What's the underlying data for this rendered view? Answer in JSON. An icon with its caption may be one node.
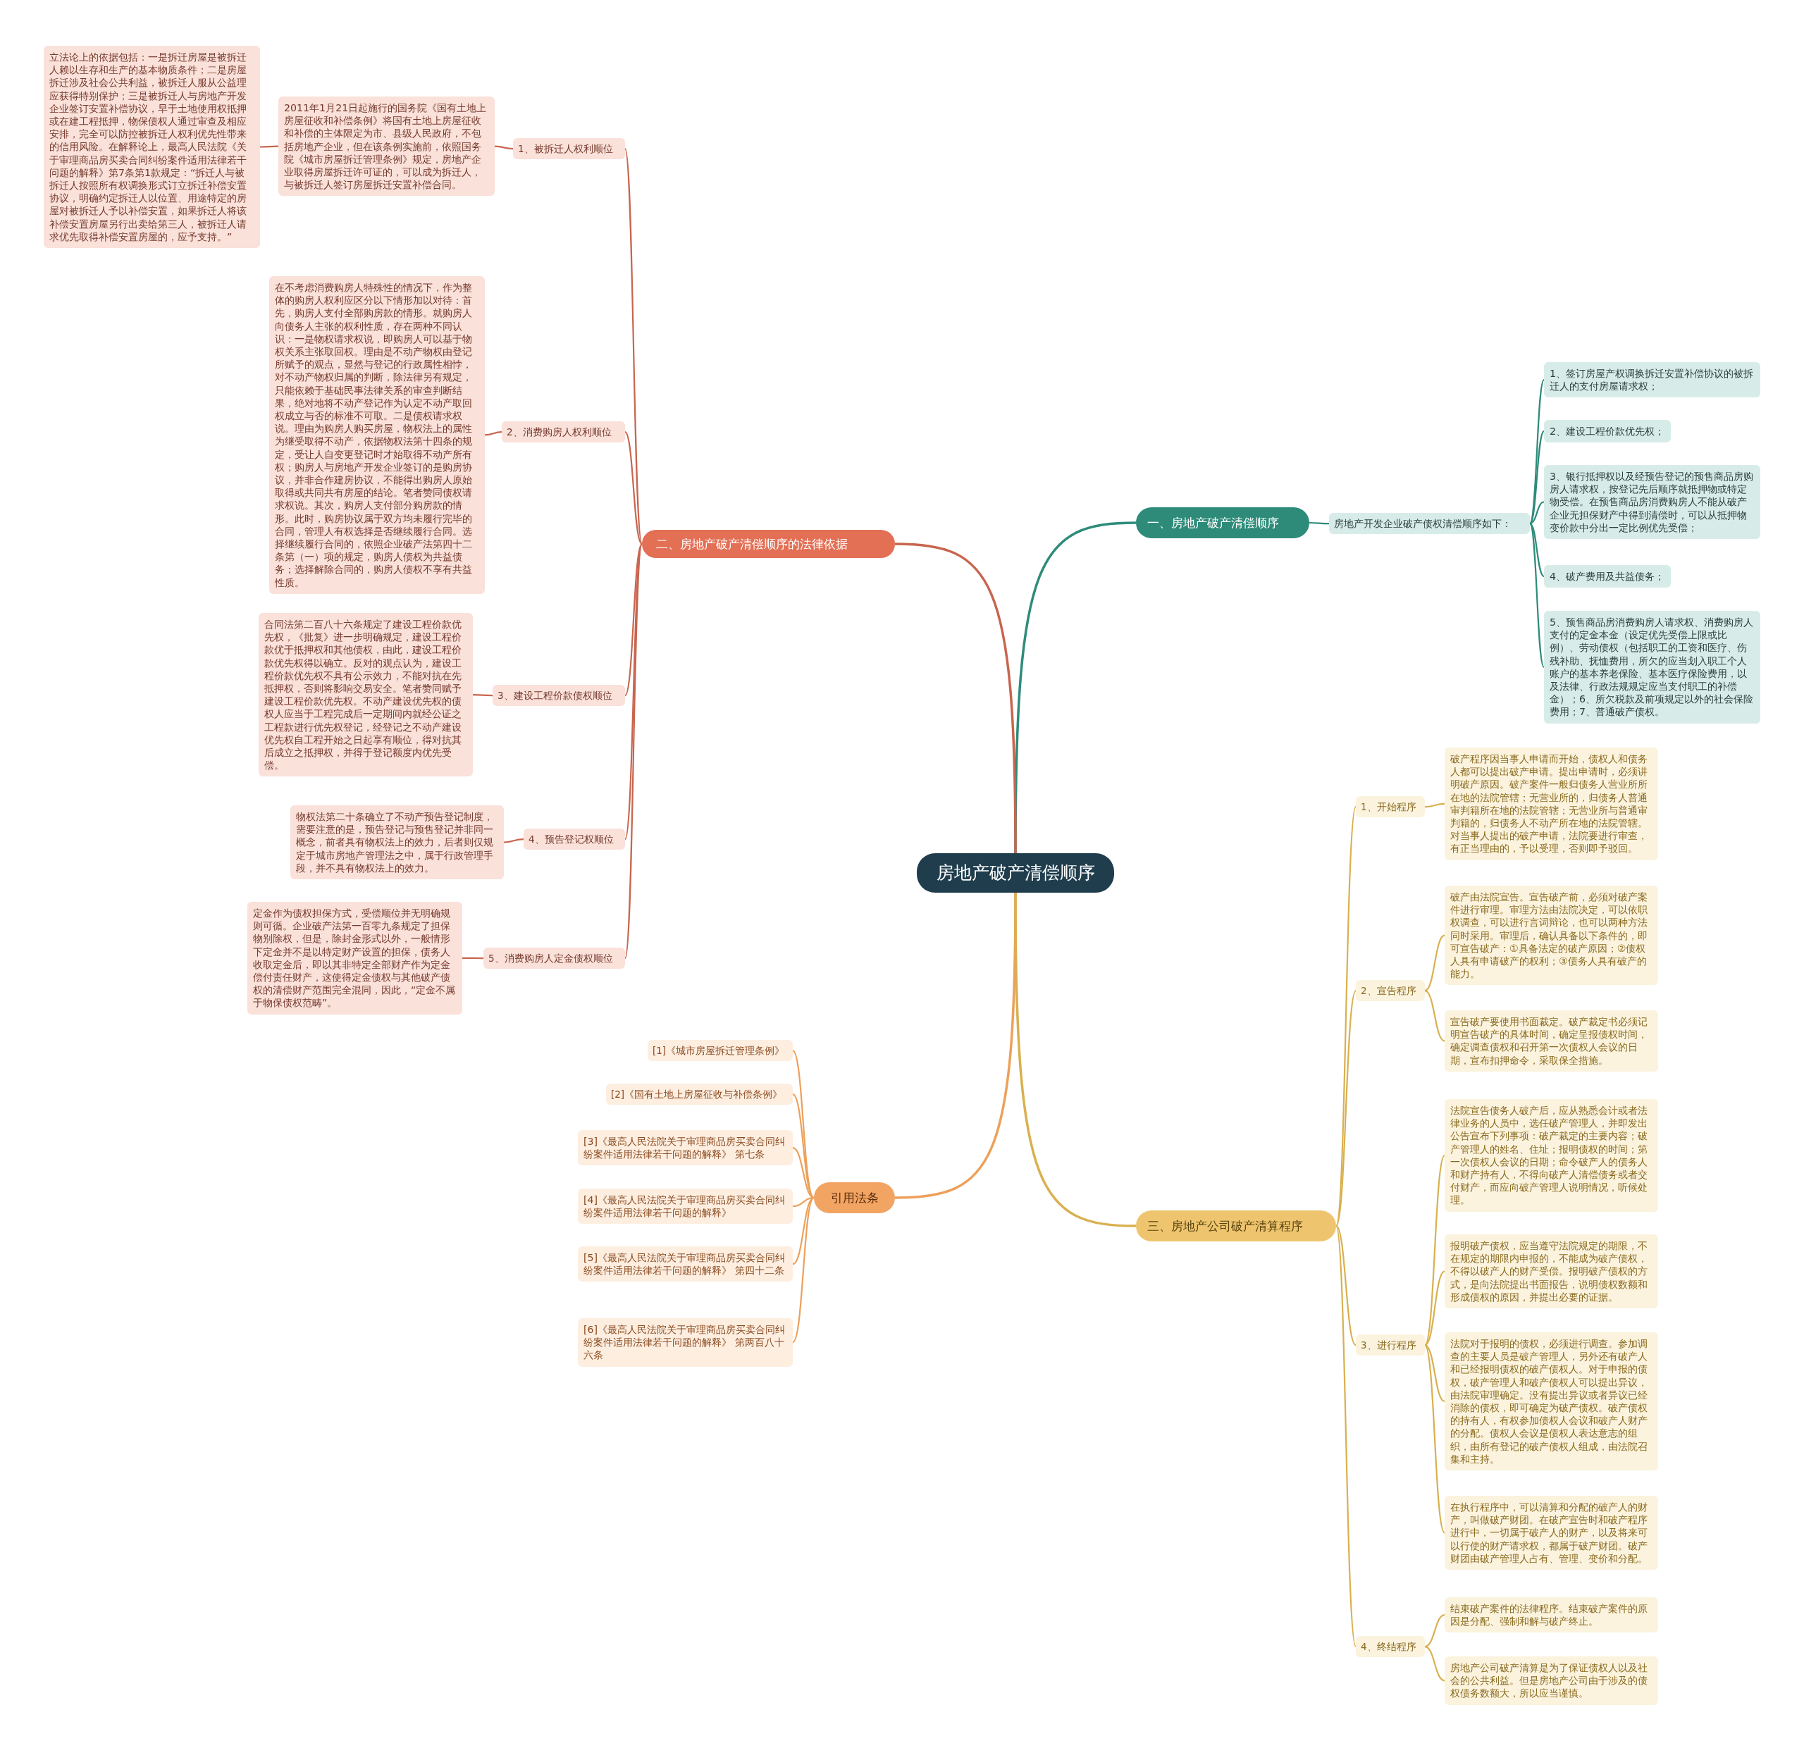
{
  "diagram": {
    "nodes": [
      {
        "text": [
          "房地产破产清偿顺序"
        ]
      },
      {
        "text": [
          "一、房地产破产清偿顺序"
        ]
      },
      {
        "text": [
          "房地产开发企业破产债权清偿顺序如下："
        ]
      },
      {
        "text": [
          "1、签订房屋产权调换拆迁安置补偿协议的被拆迁人的支付房屋请求权；"
        ]
      },
      {
        "text": [
          "2、建设工程价款优先权；"
        ]
      },
      {
        "text": [
          "3、银行抵押权以及经预告登记的预售商品房购房人请求权，按登记先后顺序就抵押物或特定物受偿。在预售商品房消费购房人不能从破产企业无担保财产中得到清偿时，可以从抵押物变价款中分出一定比例优先受偿；"
        ]
      },
      {
        "text": [
          "4、破产费用及共益债务；"
        ]
      },
      {
        "text": [
          "5、预售商品房消费购房人请求权、消费购房人支付的定金本金（设定优先受偿上限或比例）、劳动债权（包括职工的工资和医疗、伤残补助、抚恤费用，所欠的应当划入职工个人账户的基本养老保险、基本医疗保险费用，以及法律、行政法规规定应当支付职工的补偿金）；6、所欠税款及前项规定以外的社会保险费用；7、普通破产债权。"
        ]
      },
      {
        "text": [
          "二、房地产破产清偿顺序的法律依据"
        ]
      },
      {
        "text": [
          "1、被拆迁人权利顺位"
        ]
      },
      {
        "text": [
          "2011年1月21日起施行的国务院《国有土地上房屋征收和补偿条例》将国有土地上房屋征收和补偿的主体限定为市、县级人民政府，不包括房地产企业，但在该条例实施前，依照国务院《城市房屋拆迁管理条例》规定，房地产企业取得房屋拆迁许可证的，可以成为拆迁人，与被拆迁人签订房屋拆迁安置补偿合同。"
        ]
      },
      {
        "text": [
          "立法论上的依据包括：一是拆迁房屋是被拆迁人赖以生存和生产的基本物质条件；二是房屋拆迁涉及社会公共利益，被拆迁人服从公益理应获得特别保护；三是被拆迁人与房地产开发企业签订安置补偿协议，早于土地使用权抵押或在建工程抵押，物保债权人通过审查及相应安排，完全可以防控被拆迁人权利优先性带来的信用风险。在解释论上，最高人民法院《关于审理商品房买卖合同纠纷案件适用法律若干问题的解释》第7条第1款规定：“拆迁人与被拆迁人按照所有权调换形式订立拆迁补偿安置协议，明确约定拆迁人以位置、用途特定的房屋对被拆迁人予以补偿安置，如果拆迁人将该补偿安置房屋另行出卖给第三人，被拆迁人请求优先取得补偿安置房屋的，应予支持。”"
        ]
      },
      {
        "text": [
          "2、消费购房人权利顺位"
        ]
      },
      {
        "text": [
          "在不考虑消费购房人特殊性的情况下，作为整体的购房人权利应区分以下情形加以对待：首先，购房人支付全部购房款的情形。就购房人向债务人主张的权利性质，存在两种不同认识：一是物权请求权说，即购房人可以基于物权关系主张取回权。理由是不动产物权由登记所赋予的观点，显然与登记的行政属性相悖，对不动产物权归属的判断，除法律另有规定，只能依赖于基础民事法律关系的审查判断结果，绝对地将不动产登记作为认定不动产取回权成立与否的标准不可取。二是债权请求权说。理由为购房人购买房屋，物权法上的属性为继受取得不动产，依据物权法第十四条的规定，受让人自变更登记时才始取得不动产所有权；购房人与房地产开发企业签订的是购房协议，并非合作建房协议，不能得出购房人原始取得或共同共有房屋的结论。笔者赞同债权请求权说。其次，购房人支付部分购房款的情形。此时，购房协议属于双方均未履行完毕的合同，管理人有权选择是否继续履行合同。选择继续履行合同的，依照企业破产法第四十二条第（一）项的规定，购房人债权为共益债务；选择解除合同的，购房人债权不享有共益性质。"
        ]
      },
      {
        "text": [
          "3、建设工程价款债权顺位"
        ]
      },
      {
        "text": [
          "合同法第二百八十六条规定了建设工程价款优先权，《批复》进一步明确规定，建设工程价款优于抵押权和其他债权，由此，建设工程价款优先权得以确立。反对的观点认为，建设工程价款优先权不具有公示效力，不能对抗在先抵押权，否则将影响交易安全。笔者赞同赋予建设工程价款优先权。不动产建设优先权的债权人应当于工程完成后一定期间内就经公证之工程款进行优先权登记，经登记之不动产建设优先权自工程开始之日起享有顺位，得对抗其后成立之抵押权，并得于登记额度内优先受偿。"
        ]
      },
      {
        "text": [
          "4、预告登记权顺位"
        ]
      },
      {
        "text": [
          "物权法第二十条确立了不动产预告登记制度，需要注意的是，预告登记与预售登记并非同一概念，前者具有物权法上的效力，后者则仅规定于城市房地产管理法之中，属于行政管理手段，并不具有物权法上的效力。"
        ]
      },
      {
        "text": [
          "5、消费购房人定金债权顺位"
        ]
      },
      {
        "text": [
          "定金作为债权担保方式，受偿顺位并无明确规则可循。企业破产法第一百零九条规定了担保物别除权，但是，除封金形式以外，一般情形下定金并不是以特定财产设置的担保，债务人收取定金后，即以其非特定全部财产作为定金偿付责任财产，这使得定金债权与其他破产债权的清偿财产范围完全混同，因此，“定金不属于物保债权范畴”。"
        ]
      },
      {
        "text": [
          "引用法条"
        ]
      },
      {
        "text": [
          "[1]《城市房屋拆迁管理条例》"
        ]
      },
      {
        "text": [
          "[2]《国有土地上房屋征收与补偿条例》"
        ]
      },
      {
        "text": [
          "[3]《最高人民法院关于审理商品房买卖合同纠纷案件适用法律若干问题的解释》 第七条"
        ]
      },
      {
        "text": [
          "[4]《最高人民法院关于审理商品房买卖合同纠纷案件适用法律若干问题的解释》"
        ]
      },
      {
        "text": [
          "[5]《最高人民法院关于审理商品房买卖合同纠纷案件适用法律若干问题的解释》 第四十二条"
        ]
      },
      {
        "text": [
          "[6]《最高人民法院关于审理商品房买卖合同纠纷案件适用法律若干问题的解释》 第两百八十六条"
        ]
      },
      {
        "text": [
          "三、房地产公司破产清算程序"
        ]
      },
      {
        "text": [
          "1、开始程序"
        ]
      },
      {
        "text": [
          "破产程序因当事人申请而开始，债权人和债务人都可以提出破产申请。提出申请时，必须讲明破产原因。破产案件一般归债务人营业所所在地的法院管辖；无营业所的，归债务人普通审判籍所在地的法院管辖；无营业所与普通审判籍的，归债务人不动产所在地的法院管辖。对当事人提出的破产申请，法院要进行审查，有正当理由的，予以受理，否则即予驳回。"
        ]
      },
      {
        "text": [
          "2、宣告程序"
        ]
      },
      {
        "text": [
          "破产由法院宣告。宣告破产前，必须对破产案件进行审理。审理方法由法院决定，可以依职权调查，可以进行言词辩论，也可以两种方法同时采用。审理后，确认具备以下条件的，即可宣告破产：①具备法定的破产原因；②债权人具有申请破产的权利；③债务人具有破产的能力。"
        ]
      },
      {
        "text": [
          "宣告破产要使用书面裁定。破产裁定书必须记明宣告破产的具体时间，确定呈报债权时间，确定调查债权和召开第一次债权人会议的日期，宣布扣押命令，采取保全措施。"
        ]
      },
      {
        "text": [
          "3、进行程序"
        ]
      },
      {
        "text": [
          "法院宣告债务人破产后，应从熟悉会计或者法律业务的人员中，选任破产管理人，并即发出公告宣布下列事项：破产裁定的主要内容；破产管理人的姓名、住址；报明债权的时间；第一次债权人会议的日期；命令破产人的债务人和财产持有人，不得向破产人清偿债务或者交付财产，而应向破产管理人说明情况，听候处理。"
        ]
      },
      {
        "text": [
          "报明破产债权，应当遵守法院规定的期限，不在规定的期限内申报的，不能成为破产债权，不得以破产人的财产受偿。报明破产债权的方式，是向法院提出书面报告，说明债权数额和形成债权的原因，并提出必要的证据。"
        ]
      },
      {
        "text": [
          "法院对于报明的债权，必须进行调查。参加调查的主要人员是破产管理人，另外还有破产人和已经报明债权的破产债权人。对于申报的债权，破产管理人和破产债权人可以提出异议，由法院审理确定。没有提出异议或者异议已经消除的债权，即可确定为破产债权。破产债权的持有人，有权参加债权人会议和破产人财产的分配。债权人会议是债权人表达意志的组织，由所有登记的破产债权人组成，由法院召集和主持。"
        ]
      },
      {
        "text": [
          "在执行程序中，可以清算和分配的破产人的财产，叫做破产财团。在破产宣告时和破产程序进行中，一切属于破产人的财产，以及将来可以行使的财产请求权，都属于破产财团。破产财团由破产管理人占有、管理、变价和分配。"
        ]
      },
      {
        "text": [
          "4、终结程序"
        ]
      },
      {
        "text": [
          "结束破产案件的法律程序。结束破产案件的原因是分配、强制和解与破产终止。"
        ]
      },
      {
        "text": [
          "房地产公司破产清算是为了保证债权人以及社会的公共利益。但是房地产公司由于涉及的债权债务数额大，所以应当谨慎。"
        ]
      }
    ],
    "edges": [
      {
        "from": 0,
        "to": 1,
        "arrow": "none",
        "color": "#2e8b7a"
      },
      {
        "from": 1,
        "to": 2,
        "arrow": "none",
        "color": "#2e8b7a"
      },
      {
        "from": 2,
        "to": 3,
        "arrow": "none",
        "color": "#2e8b7a"
      },
      {
        "from": 2,
        "to": 4,
        "arrow": "none",
        "color": "#2e8b7a"
      },
      {
        "from": 2,
        "to": 5,
        "arrow": "none",
        "color": "#2e8b7a"
      },
      {
        "from": 2,
        "to": 6,
        "arrow": "none",
        "color": "#2e8b7a"
      },
      {
        "from": 2,
        "to": 7,
        "arrow": "none",
        "color": "#2e8b7a"
      },
      {
        "from": 0,
        "to": 8,
        "arrow": "none",
        "color": "#c8654f"
      },
      {
        "from": 8,
        "to": 9,
        "arrow": "none",
        "color": "#c8654f"
      },
      {
        "from": 8,
        "to": 12,
        "arrow": "none",
        "color": "#c8654f"
      },
      {
        "from": 8,
        "to": 14,
        "arrow": "none",
        "color": "#c8654f"
      },
      {
        "from": 8,
        "to": 16,
        "arrow": "none",
        "color": "#c8654f"
      },
      {
        "from": 8,
        "to": 18,
        "arrow": "none",
        "color": "#c8654f"
      },
      {
        "from": 9,
        "to": 10,
        "arrow": "none",
        "color": "#c8654f"
      },
      {
        "from": 10,
        "to": 11,
        "arrow": "none",
        "color": "#c8654f"
      },
      {
        "from": 12,
        "to": 13,
        "arrow": "none",
        "color": "#c8654f"
      },
      {
        "from": 14,
        "to": 15,
        "arrow": "none",
        "color": "#c8654f"
      },
      {
        "from": 16,
        "to": 17,
        "arrow": "none",
        "color": "#c8654f"
      },
      {
        "from": 18,
        "to": 19,
        "arrow": "none",
        "color": "#c8654f"
      },
      {
        "from": 0,
        "to": 20,
        "arrow": "none",
        "color": "#eda05a"
      },
      {
        "from": 20,
        "to": 21,
        "arrow": "none",
        "color": "#eda05a"
      },
      {
        "from": 20,
        "to": 22,
        "arrow": "none",
        "color": "#eda05a"
      },
      {
        "from": 20,
        "to": 23,
        "arrow": "none",
        "color": "#eda05a"
      },
      {
        "from": 20,
        "to": 24,
        "arrow": "none",
        "color": "#eda05a"
      },
      {
        "from": 20,
        "to": 25,
        "arrow": "none",
        "color": "#eda05a"
      },
      {
        "from": 20,
        "to": 26,
        "arrow": "none",
        "color": "#eda05a"
      },
      {
        "from": 0,
        "to": 27,
        "arrow": "none"
      },
      {
        "from": 27,
        "to": 28,
        "arrow": "none"
      },
      {
        "from": 27,
        "to": 30,
        "arrow": "none"
      },
      {
        "from": 27,
        "to": 33,
        "arrow": "none"
      },
      {
        "from": 27,
        "to": 38,
        "arrow": "none"
      },
      {
        "from": 28,
        "to": 29,
        "arrow": "none"
      },
      {
        "from": 30,
        "to": 31,
        "arrow": "none"
      },
      {
        "from": 30,
        "to": 32,
        "arrow": "none"
      },
      {
        "from": 33,
        "to": 34,
        "arrow": "none"
      },
      {
        "from": 33,
        "to": 35,
        "arrow": "none"
      },
      {
        "from": 33,
        "to": 36,
        "arrow": "none"
      },
      {
        "from": 33,
        "to": 37,
        "arrow": "none"
      },
      {
        "from": 38,
        "to": 39,
        "arrow": "none"
      },
      {
        "from": 38,
        "to": 40,
        "arrow": "none"
      }
    ]
  }
}
